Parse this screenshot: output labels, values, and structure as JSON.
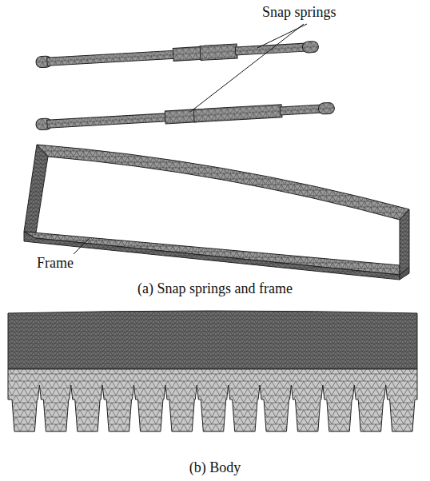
{
  "diagram": {
    "labels": [
      "Snap springs",
      "Frame",
      "(a) Snap springs and frame",
      "(b) Body"
    ]
  }
}
